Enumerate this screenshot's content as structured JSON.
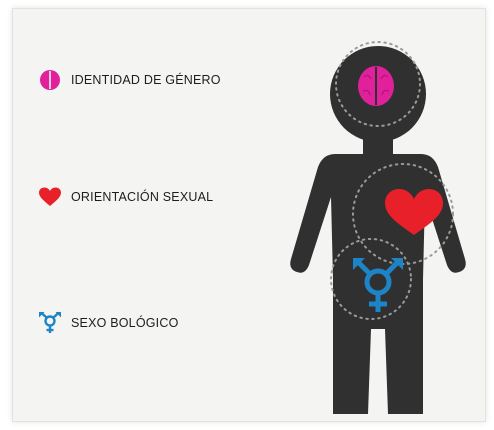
{
  "legend": {
    "identity": {
      "label": "IDENTIDAD DE GÉNERO",
      "icon": "brain-icon",
      "color": "#e0219b"
    },
    "orientation": {
      "label": "ORIENTACIÓN SEXUAL",
      "icon": "heart-icon",
      "color": "#e8202a"
    },
    "sex": {
      "label": "SEXO BOLÓGICO",
      "icon": "transgender-symbol-icon",
      "color": "#1d84c6"
    }
  },
  "colors": {
    "background": "#f4f4f2",
    "body": "#303030",
    "dots": "#9a9a9a"
  }
}
